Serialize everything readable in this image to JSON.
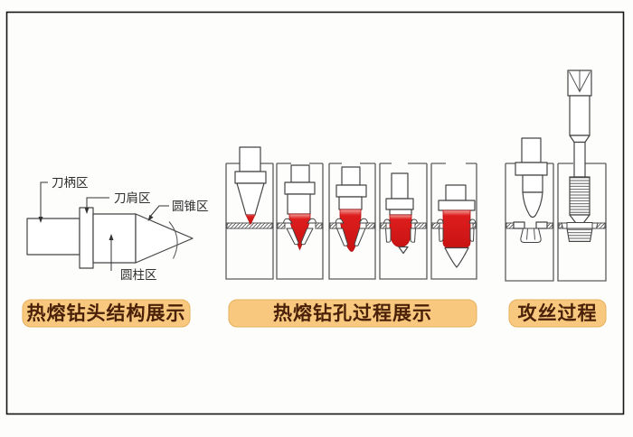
{
  "colors": {
    "heat_red": "#dd1d1d",
    "heat_red_dark": "#c91313",
    "heat_red_light": "#f2a09b",
    "label_bg": "#f8c87e",
    "label_text": "#4a2108"
  },
  "structure": {
    "caption": "热熔钻头结构展示",
    "labels": {
      "shank": "刀柄区",
      "shoulder": "刀肩区",
      "cone": "圆锥区",
      "cylinder": "圆柱区"
    }
  },
  "drilling": {
    "caption": "热熔钻孔过程展示",
    "stage_count": 5
  },
  "tapping": {
    "caption": "攻丝过程",
    "stage_count": 2
  }
}
